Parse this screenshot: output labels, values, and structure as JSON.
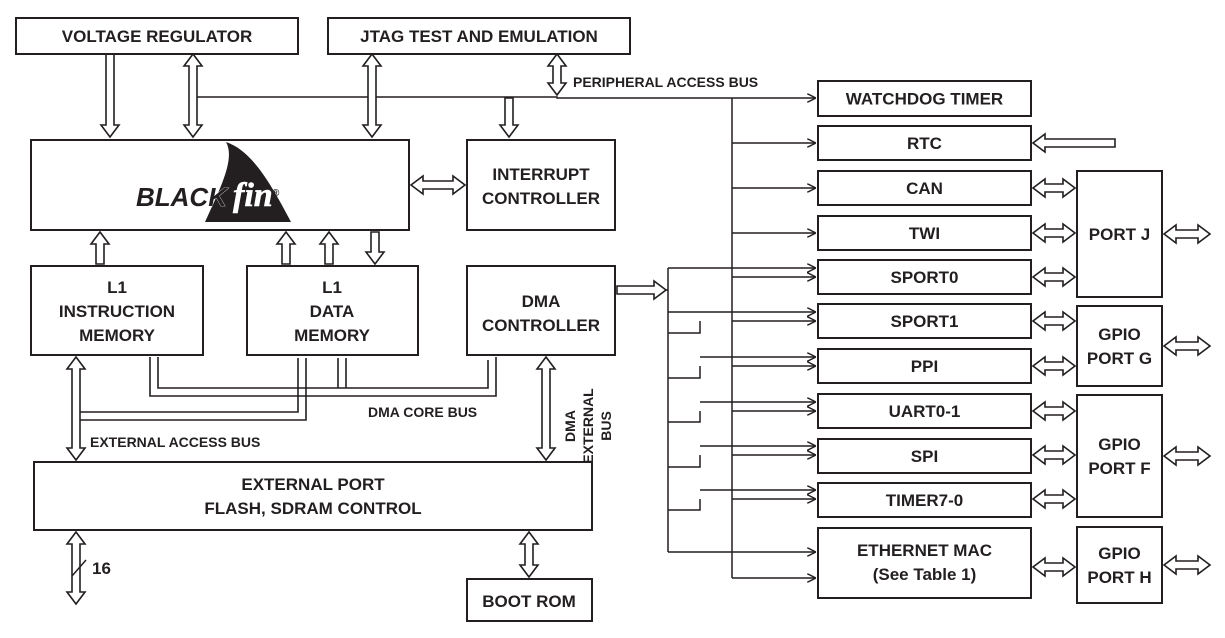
{
  "blocks": {
    "voltage_regulator": "VOLTAGE REGULATOR",
    "jtag": "JTAG TEST AND EMULATION",
    "blackfin_logo": "BLACKfin",
    "interrupt_controller": [
      "INTERRUPT",
      "CONTROLLER"
    ],
    "l1_instruction": [
      "L1",
      "INSTRUCTION",
      "MEMORY"
    ],
    "l1_data": [
      "L1",
      "DATA",
      "MEMORY"
    ],
    "dma_controller": [
      "DMA",
      "CONTROLLER"
    ],
    "external_port": [
      "EXTERNAL PORT",
      "FLASH, SDRAM CONTROL"
    ],
    "boot_rom": "BOOT ROM"
  },
  "peripherals": [
    {
      "label": "WATCHDOG TIMER"
    },
    {
      "label": "RTC"
    },
    {
      "label": "CAN"
    },
    {
      "label": "TWI"
    },
    {
      "label": "SPORT0"
    },
    {
      "label": "SPORT1"
    },
    {
      "label": "PPI"
    },
    {
      "label": "UART0-1"
    },
    {
      "label": "SPI"
    },
    {
      "label": "TIMER7-0"
    },
    {
      "label": "ETHERNET MAC",
      "sublabel": "(See Table 1)"
    }
  ],
  "ports": [
    {
      "label": [
        "PORT J"
      ]
    },
    {
      "label": [
        "GPIO",
        "PORT G"
      ]
    },
    {
      "label": [
        "GPIO",
        "PORT F"
      ]
    },
    {
      "label": [
        "GPIO",
        "PORT H"
      ]
    }
  ],
  "bus_labels": {
    "peripheral_access_bus": "PERIPHERAL ACCESS BUS",
    "dma_core_bus": "DMA CORE BUS",
    "external_access_bus": "EXTERNAL ACCESS BUS",
    "dma_external_bus": [
      "DMA",
      "EXTERNAL",
      "BUS"
    ],
    "external_bus_width": "16"
  },
  "colors": {
    "ink": "#231f20",
    "background": "#ffffff"
  }
}
